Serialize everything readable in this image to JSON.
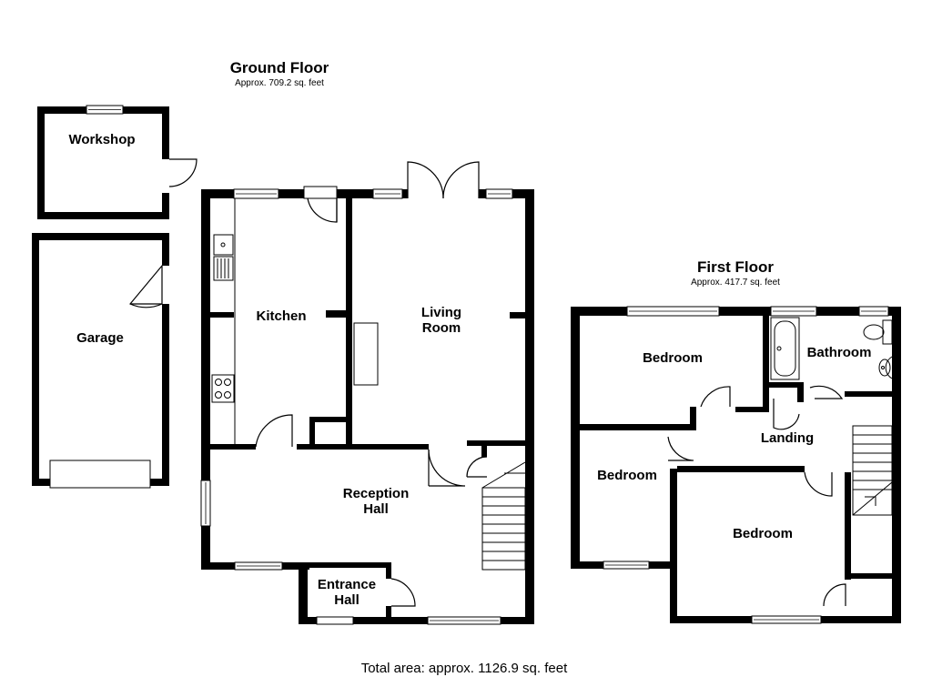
{
  "ground_floor": {
    "title": "Ground Floor",
    "area": "Approx. 709.2 sq. feet",
    "rooms": {
      "workshop": "Workshop",
      "garage": "Garage",
      "kitchen": "Kitchen",
      "living_line1": "Living",
      "living_line2": "Room",
      "reception_line1": "Reception",
      "reception_line2": "Hall",
      "entrance_line1": "Entrance",
      "entrance_line2": "Hall"
    }
  },
  "first_floor": {
    "title": "First Floor",
    "area": "Approx. 417.7 sq. feet",
    "rooms": {
      "bedroom_top": "Bedroom",
      "bathroom": "Bathroom",
      "landing": "Landing",
      "bedroom_left": "Bedroom",
      "bedroom_main": "Bedroom"
    }
  },
  "total_area": "Total area: approx. 1126.9 sq. feet"
}
